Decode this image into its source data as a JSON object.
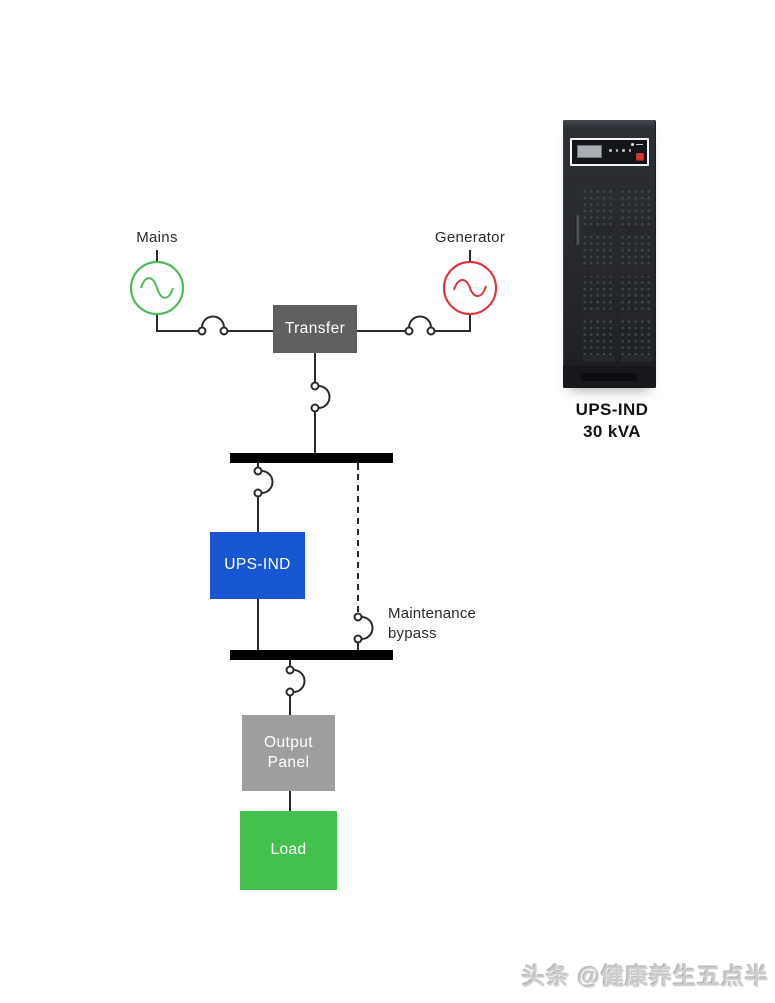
{
  "diagram": {
    "mains": {
      "label": "Mains",
      "color": "#4cbb5c"
    },
    "generator": {
      "label": "Generator",
      "color": "#dd3640"
    },
    "transfer": {
      "label": "Transfer",
      "color": "#5f6060"
    },
    "ups": {
      "label": "UPS-IND",
      "color": "#1656d0"
    },
    "maintenance_bypass": {
      "label": "Maintenance bypass"
    },
    "output_panel": {
      "label": "Output Panel",
      "color": "#9e9ea0"
    },
    "load": {
      "label": "Load",
      "color": "#44c04f"
    },
    "line_color": "#2b2b2b",
    "bus_color": "#000000",
    "icons": [
      "ac-source-icon",
      "breaker-icon",
      "bus-bar",
      "dashed-bypass-line"
    ]
  },
  "product": {
    "caption": {
      "line1": "UPS-IND",
      "line2": "30 kVA"
    },
    "image_parts": [
      "ups-cabinet-image",
      "lcd-screen",
      "led-indicators",
      "power-button",
      "door-handle",
      "vent-grille"
    ]
  },
  "watermark": {
    "text": "头条 @健康养生五点半"
  }
}
